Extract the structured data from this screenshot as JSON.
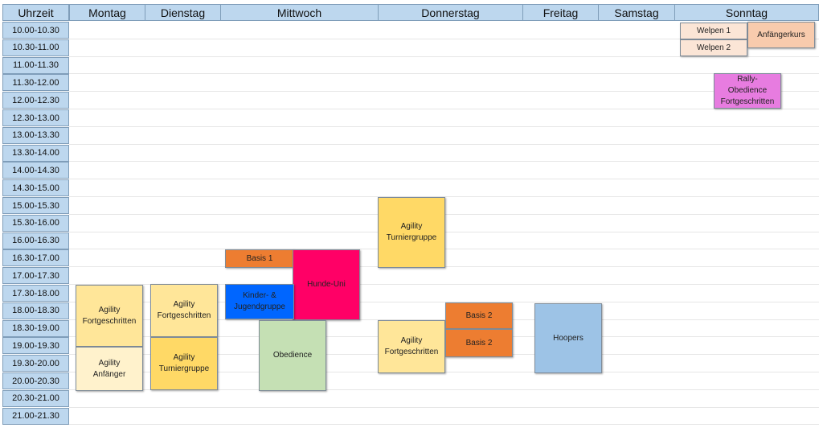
{
  "header": {
    "time_label": "Uhrzeit",
    "days": [
      "Montag",
      "Dienstag",
      "Mittwoch",
      "Donnerstag",
      "Freitag",
      "Samstag",
      "Sonntag"
    ]
  },
  "times": [
    "10.00-10.30",
    "10.30-11.00",
    "11.00-11.30",
    "11.30-12.00",
    "12.00-12.30",
    "12.30-13.00",
    "13.00-13.30",
    "13.30-14.00",
    "14.00-14.30",
    "14.30-15.00",
    "15.00-15.30",
    "15.30-16.00",
    "16.00-16.30",
    "16.30-17.00",
    "17.00-17.30",
    "17.30-18.00",
    "18.00-18.30",
    "18.30-19.00",
    "19.00-19.30",
    "19.30-20.00",
    "20.00-20.30",
    "20.30-21.00",
    "21.00-21.30"
  ],
  "events": [
    {
      "label": "Welpen 1",
      "color": "#fbe5d6"
    },
    {
      "label": "Welpen 2",
      "color": "#fbe5d6"
    },
    {
      "label": "Anfängerkurs",
      "color": "#f8cbad"
    },
    {
      "label": "Rally-\nObedience\nFortgeschritten",
      "color": "#e77ce0"
    },
    {
      "label": "Agility\nTurniergruppe",
      "color": "#ffd966"
    },
    {
      "label": "Basis 1",
      "color": "#ed7d31"
    },
    {
      "label": "Hunde-Uni",
      "color": "#ff0066"
    },
    {
      "label": "Kinder- &\nJugendgruppe",
      "color": "#0066ff"
    },
    {
      "label": "Obedience",
      "color": "#c5e0b4"
    },
    {
      "label": "Agility\nFortgeschritten",
      "color": "#ffe699"
    },
    {
      "label": "Agility\nAnfänger",
      "color": "#fff2cc"
    },
    {
      "label": "Agility\nFortgeschritten",
      "color": "#ffe699"
    },
    {
      "label": "Agility\nTurniergruppe",
      "color": "#ffd966"
    },
    {
      "label": "Agility\nFortgeschritten",
      "color": "#ffe699"
    },
    {
      "label": "Basis 2",
      "color": "#ed7d31"
    },
    {
      "label": "Basis 2",
      "color": "#ed7d31"
    },
    {
      "label": "Hoopers",
      "color": "#9dc3e6"
    }
  ]
}
